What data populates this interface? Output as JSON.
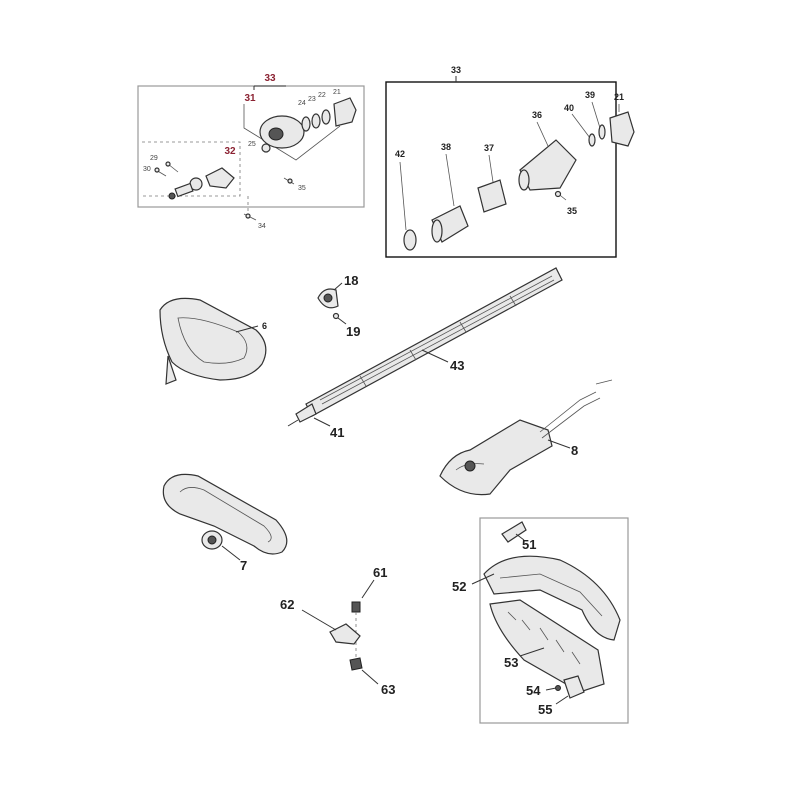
{
  "colors": {
    "subassembly_label": "#8b2232",
    "line": "#333333",
    "part_fill": "#e9e9e9"
  },
  "groups": {
    "left_top": {
      "header": "33",
      "sub_a": "31",
      "sub_b": "32",
      "parts": [
        "21",
        "22",
        "23",
        "24",
        "25",
        "29",
        "30",
        "34",
        "35"
      ]
    },
    "right_top": {
      "header": "33",
      "parts": [
        "42",
        "38",
        "37",
        "36",
        "40",
        "39",
        "21",
        "35"
      ]
    }
  },
  "callouts": {
    "strap": "6",
    "clamp": "18",
    "clamp_screw": "19",
    "shaft": "43",
    "shaft_end": "41",
    "handle": "8",
    "loop_handle": "7",
    "bolt": "61",
    "bracket": "62",
    "nut": "63",
    "guard_clip": "51",
    "guard_top": "52",
    "guard_bottom": "53",
    "guard_screw": "54",
    "guard_blade": "55"
  }
}
